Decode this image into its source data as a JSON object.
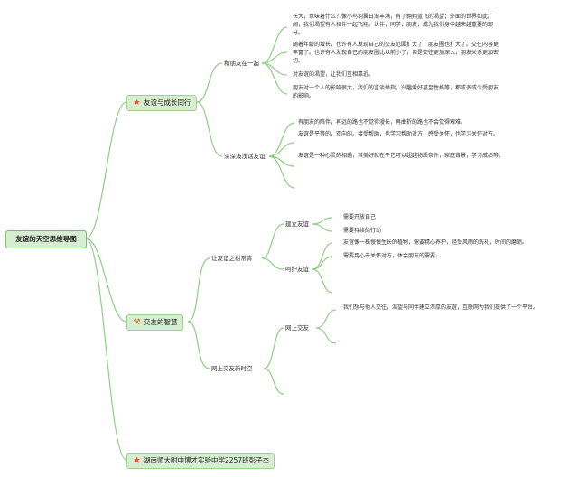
{
  "root": {
    "label": "友谊的天空思维导图"
  },
  "branches": [
    {
      "label": "友谊与成长同行",
      "icon": "star-icon",
      "children": [
        {
          "label": "和朋友在一起",
          "paragraphs": [
            "长大，意味着什么？像小鸟羽翼日渐丰满，有了翱翔蓝飞的渴望；外面的世界如此广阔，我们渴望有人相伴一起飞翔。伙伴，同学，朋友，成为我们身中越来越重要的部分。",
            "随着年龄的增长，也许有人发现自己的交友范围扩大了，朋友圈也扩大了。交往内容更丰富了。也许有人发现自己的朋友圈比以前小了，但是交往更加深入，朋友关系更加密切。",
            "对友谊的渴望，让我们互相靠近。",
            "朋友对一个人的影响很大，我们的言谈举指，兴趣爱好甚至性格等，都或多或少受朋友的影响。"
          ]
        },
        {
          "label": "深深浅浅话友谊",
          "paragraphs": [
            "有朋友的陪伴，再远的路也不觉得漫长，再曲折的路也不会觉得艰难。",
            "友谊是平等的，双向的。接受帮助，也学习帮助对方，感受关怀，也学习关怀对方。",
            "友谊是一种心灵的相遇，其美好就在于它可以超越物质条件，家庭背景，学习成绩等。"
          ]
        }
      ]
    },
    {
      "label": "交友的智慧",
      "icon": "tools-icon",
      "children": [
        {
          "label": "让友谊之树常青",
          "children": [
            {
              "label": "建立友谊",
              "items": [
                "需要开放自己",
                "需要持续的行动"
              ]
            },
            {
              "label": "呵护友谊",
              "items": [
                "友谊像一株慢慢生长的植物，需要精心养护，经受风雨的洗礼，时间的磨砺。",
                "需要用心去关怀对方，体会朋友的需要。"
              ]
            }
          ]
        },
        {
          "label": "网上交友新时空",
          "children": [
            {
              "label": "网上交友",
              "items": [
                "我们想与他人交往，渴望与同伴建立深厚的友谊，互联网为我们提供了一个平台。"
              ]
            }
          ]
        }
      ]
    },
    {
      "label": "湖南师大附中博才实验中学2257班彭子杰",
      "icon": "star-icon",
      "children": []
    }
  ],
  "colors": {
    "connector": "#8fcf86",
    "node_fill": "#d7edd1",
    "node_border": "#9fd08f",
    "star": "#e0582e"
  }
}
